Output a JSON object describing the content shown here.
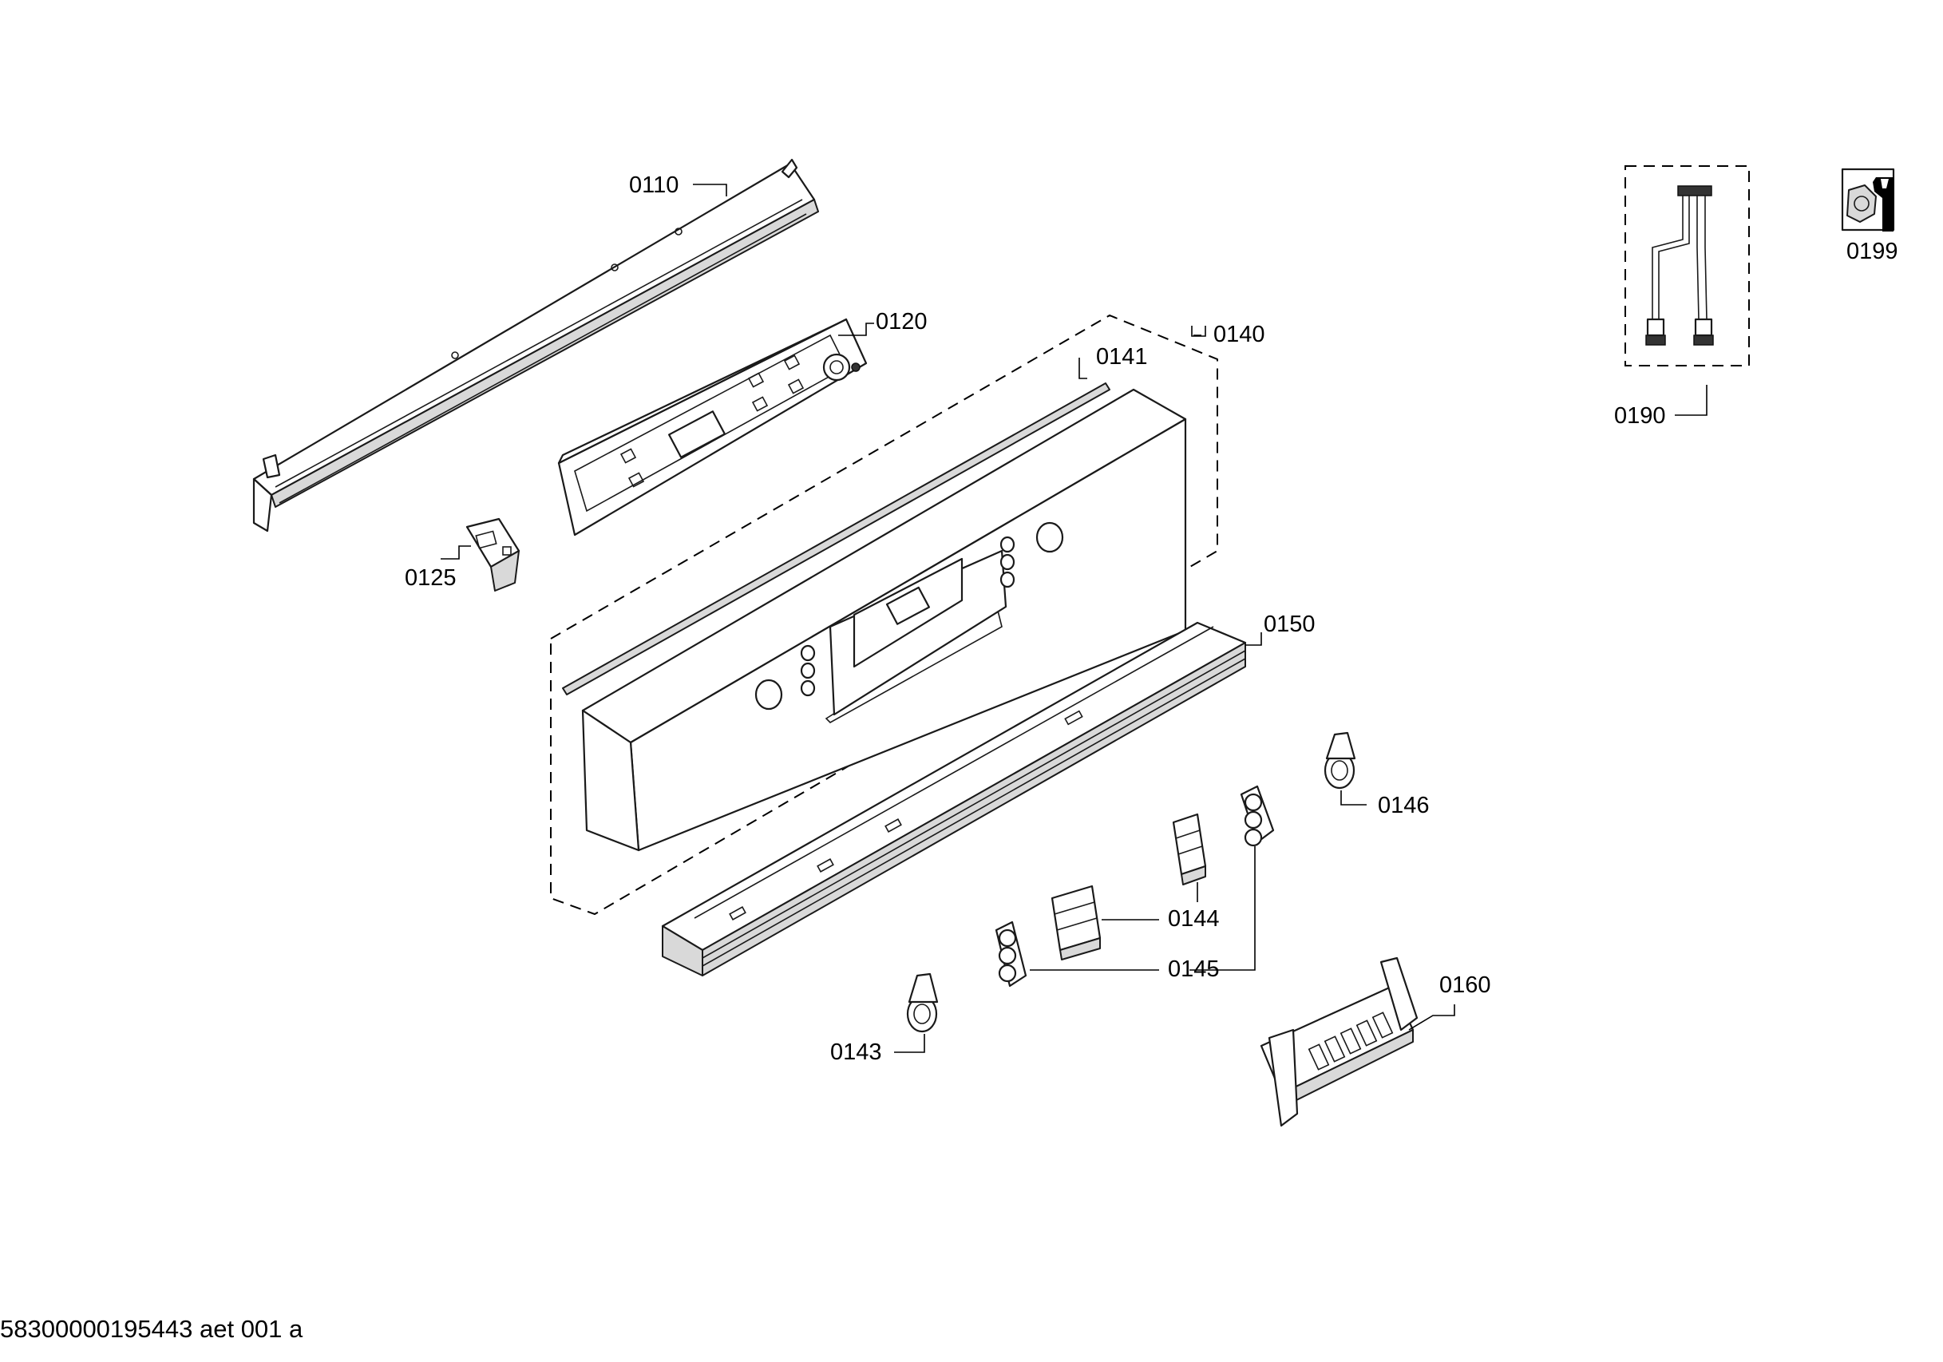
{
  "labels": {
    "p0110": "0110",
    "p0120": "0120",
    "p0125": "0125",
    "p0140": "0140",
    "p0141": "0141",
    "p0143": "0143",
    "p0144": "0144",
    "p0145": "0145",
    "p0146": "0146",
    "p0150": "0150",
    "p0160": "0160",
    "p0190": "0190",
    "p0199": "0199"
  },
  "footer": {
    "doc_code": "58300000195443 aet 001 a"
  },
  "icons": {
    "service_kit": "wrench-nut-icon"
  }
}
